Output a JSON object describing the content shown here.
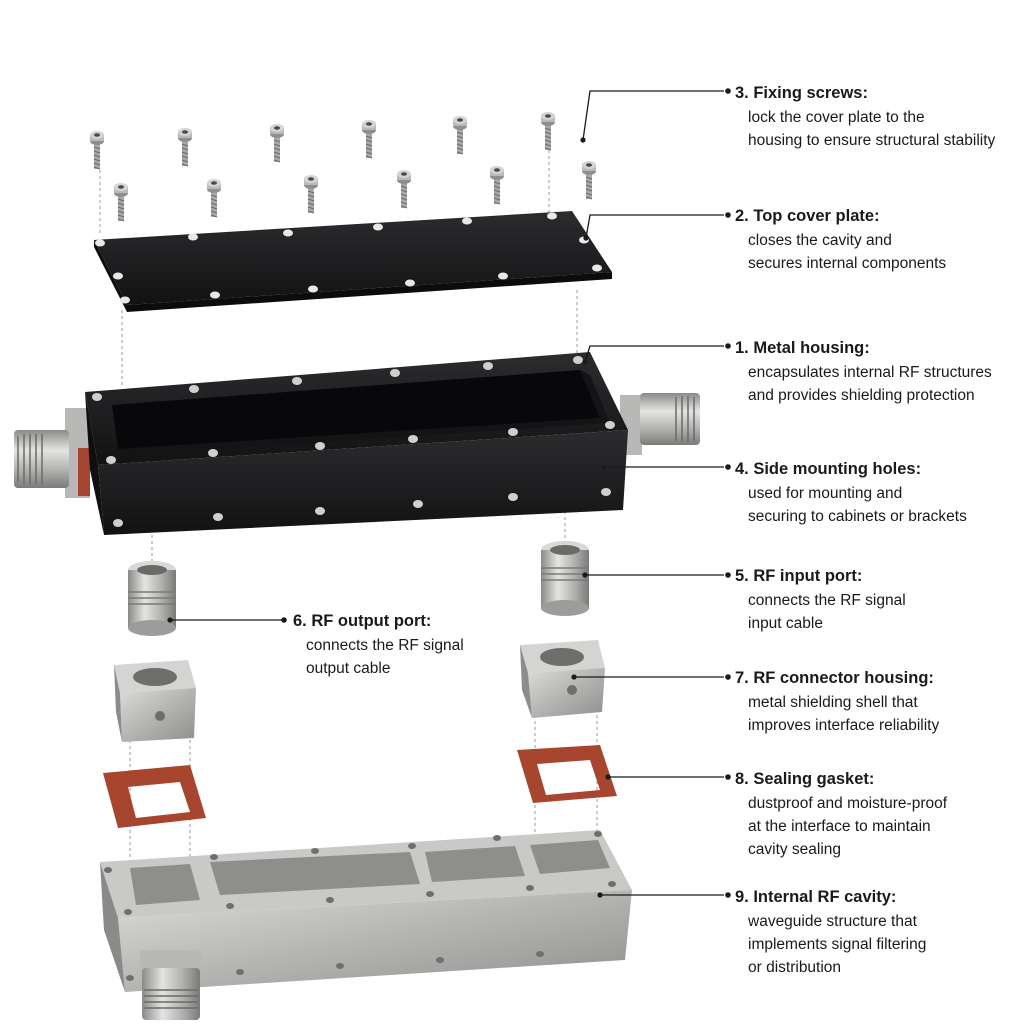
{
  "callouts": {
    "fixing_screws": {
      "title": "3. Fixing screws:",
      "lines": [
        "lock the cover plate to the",
        "housing to ensure structural stability"
      ]
    },
    "top_cover_plate": {
      "title": "2. Top cover plate:",
      "lines": [
        "closes the cavity and",
        "secures internal components"
      ]
    },
    "metal_housing": {
      "title": "1. Metal housing:",
      "lines": [
        "encapsulates internal RF structures",
        "and provides shielding protection"
      ]
    },
    "side_mounting_holes": {
      "title": "4. Side mounting holes:",
      "lines": [
        "used for mounting and",
        "securing to cabinets or brackets"
      ]
    },
    "rf_input_port": {
      "title": "5. RF input port:",
      "lines": [
        "connects the RF signal",
        "input cable"
      ]
    },
    "rf_output_port": {
      "title": "6. RF output port:",
      "lines": [
        "connects the RF signal",
        "output cable"
      ]
    },
    "rf_connector_housing": {
      "title": "7. RF connector housing:",
      "lines": [
        "metal shielding shell that",
        "improves interface reliability"
      ]
    },
    "sealing_gasket": {
      "title": "8. Sealing gasket:",
      "lines": [
        "dustproof and moisture-proof",
        "at the interface to maintain",
        "cavity sealing"
      ]
    },
    "internal_rf_cavity": {
      "title": "9. Internal RF cavity:",
      "lines": [
        "waveguide structure that",
        "implements signal filtering",
        "or distribution"
      ]
    }
  },
  "colors": {
    "housing_black": "#1b1b1d",
    "metal_silver": "#b9b9b7",
    "gasket_red": "#a8452f",
    "leader_line": "#1a1a1a",
    "text": "#1a1a1a"
  }
}
